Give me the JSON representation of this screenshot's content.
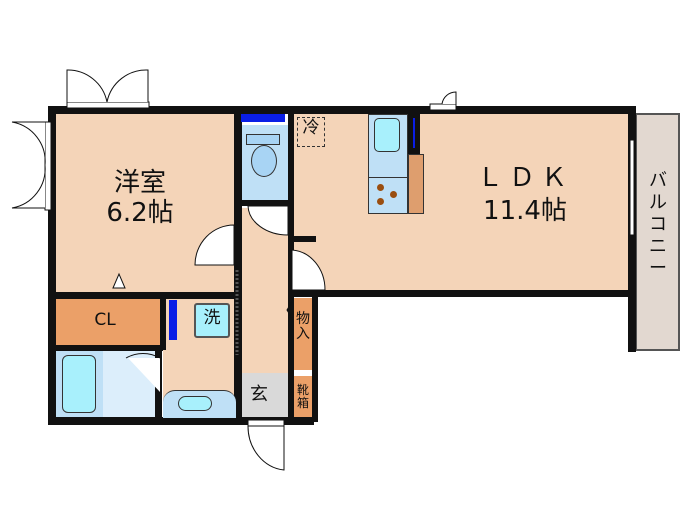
{
  "floorplan": {
    "rooms": {
      "western_room": {
        "name": "洋室",
        "size": "6.2帖"
      },
      "ldk": {
        "name": "ＬＤＫ",
        "size": "11.4帖"
      },
      "balcony": {
        "name": "バルコニー"
      },
      "closet": {
        "name": "CL"
      },
      "laundry": {
        "name": "洗"
      },
      "storage": {
        "name": "物入"
      },
      "shoe_box": {
        "name": "靴箱"
      },
      "entrance": {
        "name": "玄"
      },
      "fridge": {
        "name": "冷"
      }
    },
    "colors": {
      "floor": "#F4D4B8",
      "wall": "#111111",
      "closet": "#EBA068",
      "water": "#BFE0F6",
      "balcony": "#E2D8D0",
      "entrance": "#D9D9D9",
      "accent_blue": "#0A1EE6"
    }
  }
}
